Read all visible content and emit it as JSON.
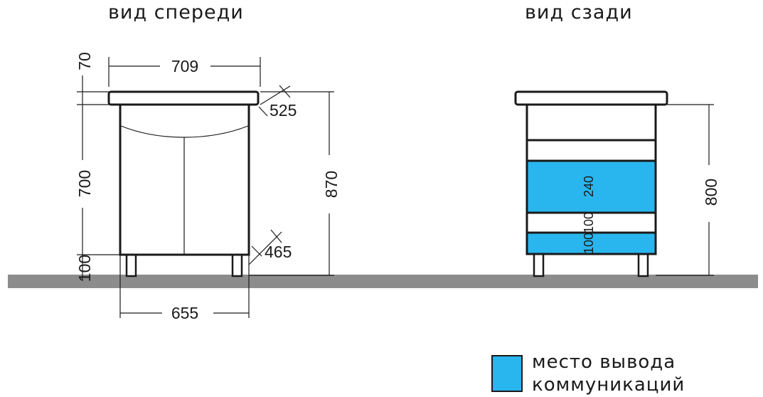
{
  "titles": {
    "front": "вид спереди",
    "back": "вид сзади"
  },
  "dimensions": {
    "top_thickness": "70",
    "top_width": "709",
    "top_depth": "525",
    "body_height": "700",
    "total_height": "870",
    "body_depth": "465",
    "leg_height": "100",
    "body_width": "655",
    "back_height": "800",
    "zone_upper": "240",
    "zone_gap": "100",
    "zone_lower": "100"
  },
  "legend": {
    "line1": "место вывода",
    "line2": "коммуникаций"
  },
  "colors": {
    "communication_zone": "#29b6ee",
    "floor": "#8c8c8c",
    "outline": "#1a1a1a"
  }
}
